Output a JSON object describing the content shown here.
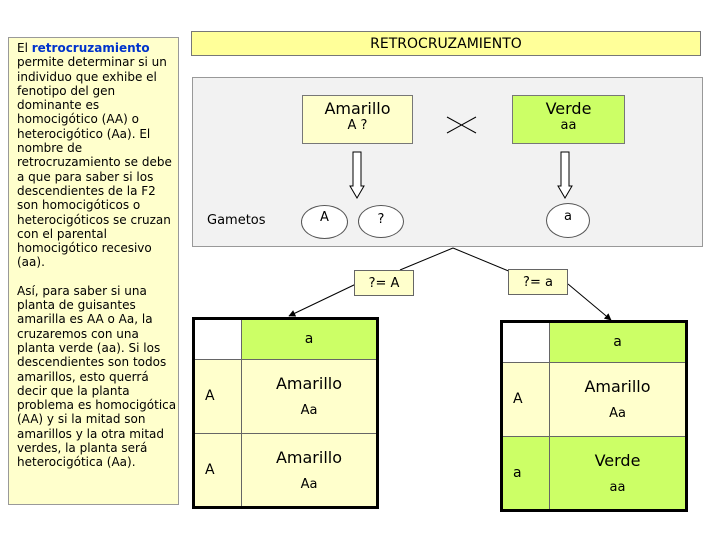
{
  "sidebar": {
    "p1_prefix": "El ",
    "p1_highlight": "retrocruzamiento",
    "p1_rest": " permite determinar si un individuo que exhibe el fenotipo del gen dominante es homocigótico (AA) o heterocigótico (Aa). El nombre de retrocruzamiento se debe a que para saber si los descendientes de la F2 son homocigóticos o heterocigóticos se cruzan con el parental homocigótico recesivo (aa).",
    "p2": " Así, para saber si una planta de guisantes amarilla es AA o Aa, la cruzaremos con una planta verde (aa). Si los descendientes son todos amarillos, esto querrá decir que la planta problema es homocigótica (AA) y si la mitad son amarillos y la otra mitad verdes, la planta será heterocigótica (Aa)."
  },
  "title": "RETROCRUZAMIENTO",
  "cross": {
    "parent1": {
      "phenotype": "Amarillo",
      "genotype": "A ?"
    },
    "parent2": {
      "phenotype": "Verde",
      "genotype": "aa"
    },
    "gametes_label": "Gametos",
    "gametes1": [
      "A",
      "?"
    ],
    "gametes2": [
      "a"
    ],
    "case1": "?= A",
    "case2": "?= a"
  },
  "punnett_left": {
    "col_header": "a",
    "rows": [
      {
        "label": "A",
        "phenotype": "Amarillo",
        "genotype": "Aa"
      },
      {
        "label": "A",
        "phenotype": "Amarillo",
        "genotype": "Aa"
      }
    ]
  },
  "punnett_right": {
    "col_header": "a",
    "rows": [
      {
        "label": "A",
        "phenotype": "Amarillo",
        "genotype": "Aa"
      },
      {
        "label": "a",
        "phenotype": "Verde",
        "genotype": "aa"
      }
    ]
  },
  "colors": {
    "sidebar_bg": "#ffffcc",
    "title_bg": "#ffff99",
    "green": "#ccff66",
    "highlight": "#0033cc"
  }
}
